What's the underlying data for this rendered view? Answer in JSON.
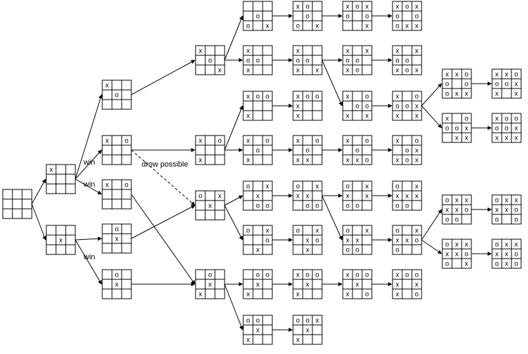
{
  "boards": {
    "b1": "         ",
    "b2": "x        ",
    "b3": "    x    ",
    "b4": "x   o    ",
    "b5": "x o      ",
    "b6": "x o      ",
    "b7": " o  x    ",
    "b8": " o  x    ",
    "b9": "x   o   x",
    "b10": "x o   x  ",
    "b11": "o x x    ",
    "b12": " o  x x  ",
    "b13": "    o o x",
    "b14": "x  oo x  ",
    "b15": "xoo   x  ",
    "b16": "x o o x  ",
    "b17": "o x x  oo",
    "b18": "o x  o x ",
    "b19": " oo x x  ",
    "b20": "oo  x x  ",
    "b21": "xo  o o x",
    "b22": "x  oo x x",
    "b23": "xoox  x  ",
    "b24": "x o o xx ",
    "b25": "o xxx  oo",
    "b26": "o x xo x ",
    "b27": "xoo x x  ",
    "b28": "oox x x  ",
    "b29": "xoxo o  x",
    "b30": "x xoo xo ",
    "b31": "x o oox x",
    "b32": "x o o xxo",
    "b33": "o xx xoo ",
    "b34": "o xxx oo ",
    "b35": "xoo x x o",
    "b36": "xoxo ooxx",
    "b37": "x xoo xox",
    "b38": "x oooxx x",
    "b39": "x o oxxox",
    "b40": "o xxxxoo ",
    "b41": "o xxxoo  ",
    "b42": "xoox xx o",
    "b43": "xxoo ooxx",
    "b44": "x ooox xx",
    "b45": "oxxxxooo ",
    "b46": "oxxxxoo x",
    "b47": "xxoooxx x",
    "b48": "xooooxxxx",
    "b49": "oxxxxoo o",
    "b50": "oxxxxooxo"
  },
  "labels": {
    "win1": "win",
    "win2": "win",
    "win3": "win",
    "draw": "drow possible"
  }
}
